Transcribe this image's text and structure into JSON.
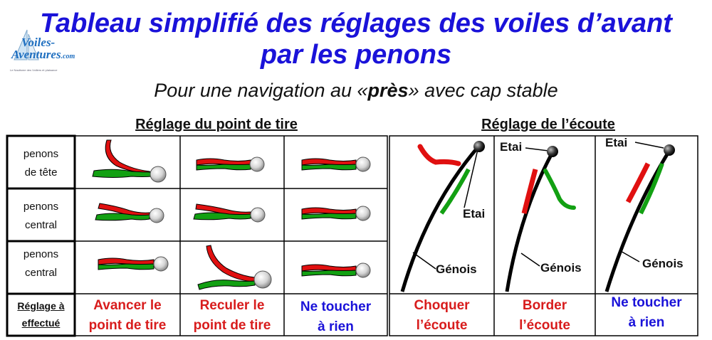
{
  "logo": {
    "name_line1": "Voiles-",
    "name_line2": "Aventures",
    "suffix": ".com",
    "tagline": "Le Nautisme des Voiliers et plaisance"
  },
  "title": {
    "line1": "Tableau simplifié des réglages des voiles d’avant",
    "line2": "par les penons"
  },
  "subtitle": {
    "before": "Pour une navigation au «",
    "bold": "près",
    "after": "» avec cap stable"
  },
  "left_section": {
    "heading": "Réglage du point de tire",
    "rows": [
      {
        "label_line1": "penons",
        "label_line2": "de tête"
      },
      {
        "label_line1": "penons",
        "label_line2": "central"
      },
      {
        "label_line1": "penons",
        "label_line2": "central"
      }
    ],
    "footer_label_line1": "Réglage à",
    "footer_label_line2": "effectué",
    "actions": [
      {
        "line1": "Avancer le",
        "line2": "point de tire",
        "color": "#d81c1c"
      },
      {
        "line1": "Reculer le",
        "line2": "point de tire",
        "color": "#d81c1c"
      },
      {
        "line1": "Ne toucher",
        "line2": "à rien",
        "color": "#1a12d9"
      }
    ]
  },
  "right_section": {
    "heading": "Réglage de l’écoute",
    "labels": {
      "stay": "Etai",
      "genoa": "Génois"
    },
    "actions": [
      {
        "line1": "Choquer",
        "line2": "l’écoute",
        "color": "#d81c1c"
      },
      {
        "line1": "Border",
        "line2": "l’écoute",
        "color": "#d81c1c"
      },
      {
        "line1": "Ne toucher",
        "line2": "à rien",
        "color": "#1a12d9"
      }
    ]
  },
  "colors": {
    "title_blue": "#1a12d9",
    "red_telltale": "#e01010",
    "green_telltale": "#12a012",
    "action_red": "#d81c1c"
  }
}
